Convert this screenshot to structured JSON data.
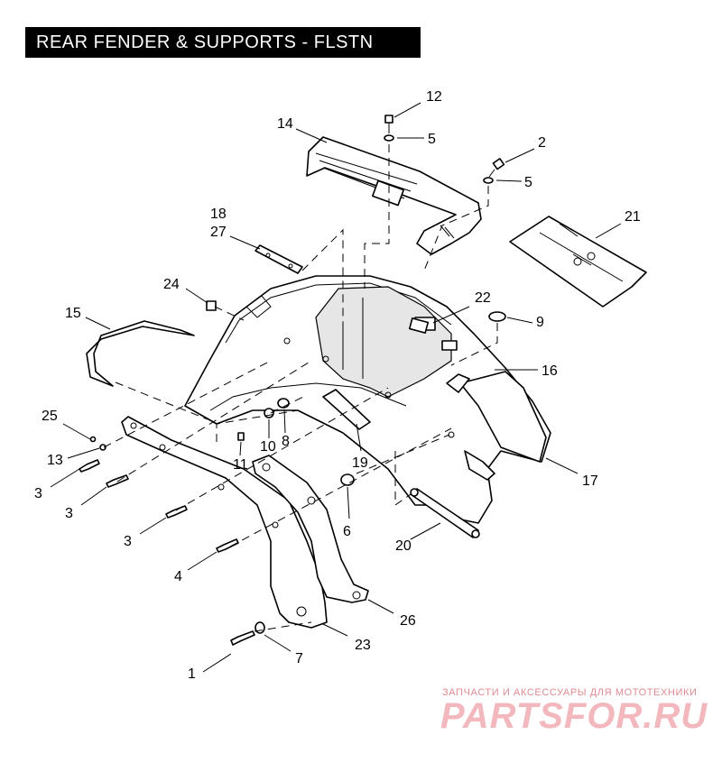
{
  "title": "REAR FENDER & SUPPORTS - FLSTN",
  "callouts": {
    "c1": "1",
    "c2": "2",
    "c3a": "3",
    "c3b": "3",
    "c3c": "3",
    "c4": "4",
    "c5a": "5",
    "c5b": "5",
    "c6": "6",
    "c7": "7",
    "c8": "8",
    "c9": "9",
    "c10": "10",
    "c11": "11",
    "c12": "12",
    "c13": "13",
    "c14": "14",
    "c15": "15",
    "c16": "16",
    "c17": "17",
    "c18": "18",
    "c19": "19",
    "c20": "20",
    "c21": "21",
    "c22": "22",
    "c23": "23",
    "c24": "24",
    "c25": "25",
    "c26": "26",
    "c27": "27"
  },
  "watermark": {
    "tagline": "ЗАПЧАСТИ И АКСЕССУАРЫ ДЛЯ МОТОТЕХНИКИ",
    "logo": "PARTSFOR.RU"
  }
}
